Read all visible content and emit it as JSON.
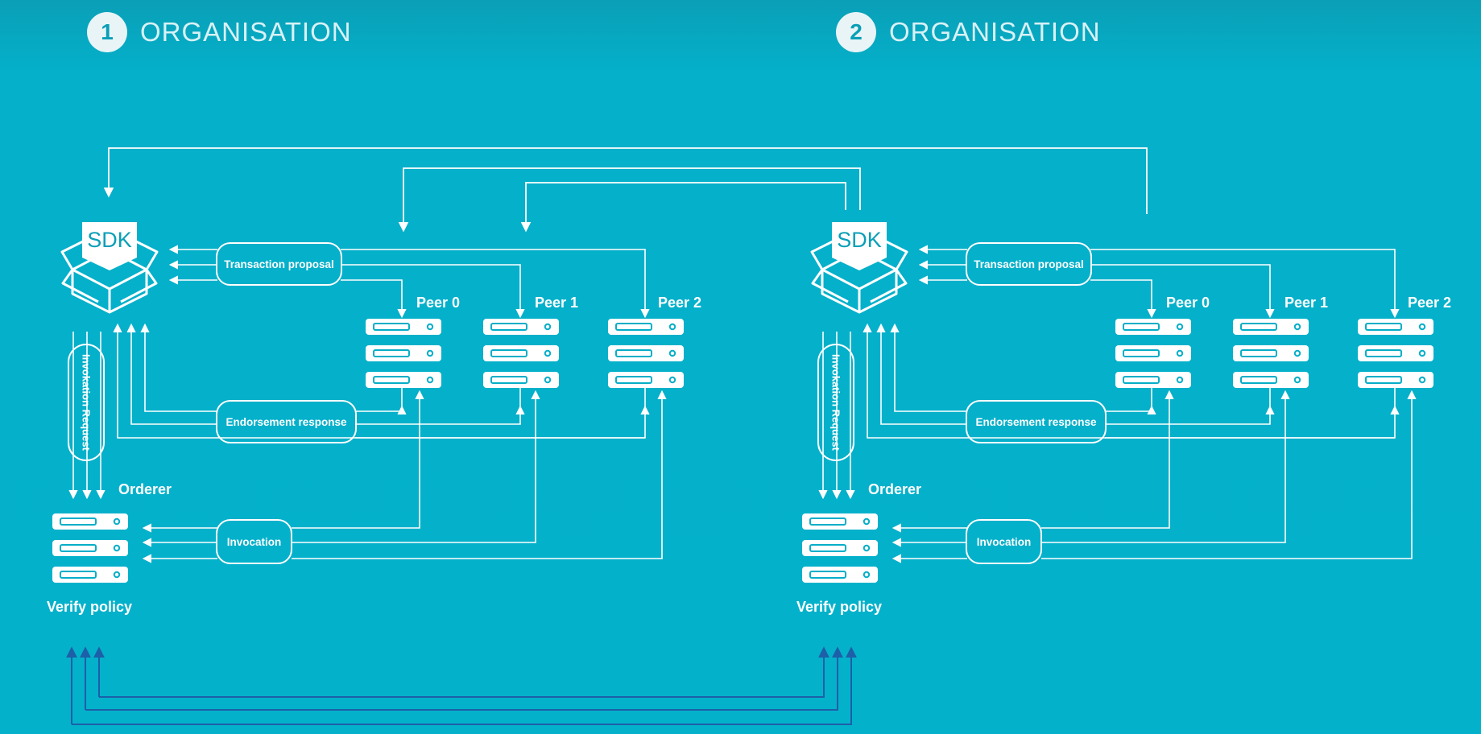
{
  "organisations": [
    {
      "number": "1",
      "label": "ORGANISATION"
    },
    {
      "number": "2",
      "label": "ORGANISATION"
    }
  ],
  "sdk_label": "SDK",
  "transaction_proposal": "Transaction proposal",
  "endorsement_response": "Endorsement response",
  "invocation": "Invocation",
  "invocation_request": "Invokation Request",
  "orderer": "Orderer",
  "verify_policy": "Verify policy",
  "peers": [
    "Peer 0",
    "Peer 1",
    "Peer 2"
  ],
  "colors": {
    "background": "#04b1cb",
    "lines": "#ffffff",
    "orderer_links": "#1d5fa8",
    "sdk_text": "#0a9fb7"
  }
}
